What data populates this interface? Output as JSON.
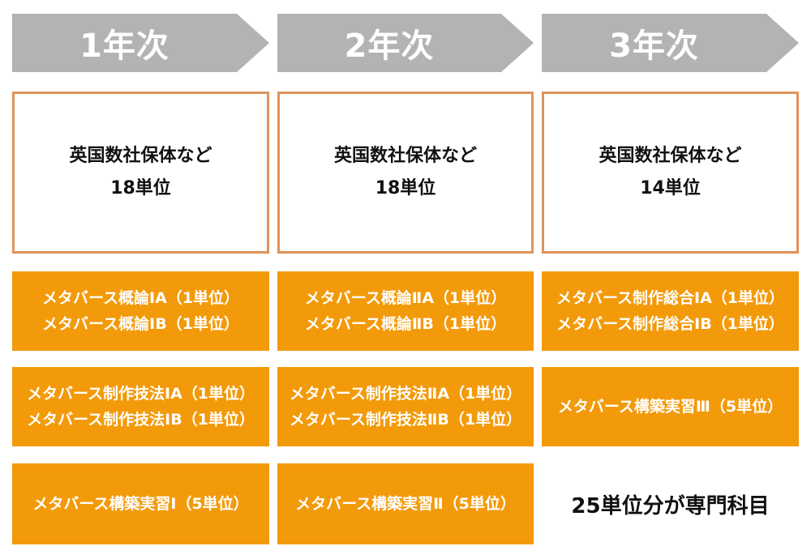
{
  "years": [
    {
      "label": "1年次",
      "general": [
        "英国数社保体など",
        "18単位"
      ],
      "courses": [
        [
          "メタバース概論ⅠA（1単位）",
          "メタバース概論ⅠB（1単位）"
        ],
        [
          "メタバース制作技法ⅠA（1単位）",
          "メタバース制作技法ⅠB（1単位）"
        ],
        [
          "メタバース構築実習Ⅰ（5単位）"
        ]
      ]
    },
    {
      "label": "2年次",
      "general": [
        "英国数社保体など",
        "18単位"
      ],
      "courses": [
        [
          "メタバース概論ⅡA（1単位）",
          "メタバース概論ⅡB（1単位）"
        ],
        [
          "メタバース制作技法ⅡA（1単位）",
          "メタバース制作技法ⅡB（1単位）"
        ],
        [
          "メタバース構築実習Ⅱ（5単位）"
        ]
      ]
    },
    {
      "label": "3年次",
      "general": [
        "英国数社保体など",
        "14単位"
      ],
      "courses": [
        [
          "メタバース制作総合ⅠA（1単位）",
          "メタバース制作総合ⅠB（1単位）"
        ],
        [
          "メタバース構築実習Ⅲ（5単位）"
        ]
      ]
    }
  ],
  "summary": "25単位分が専門科目"
}
